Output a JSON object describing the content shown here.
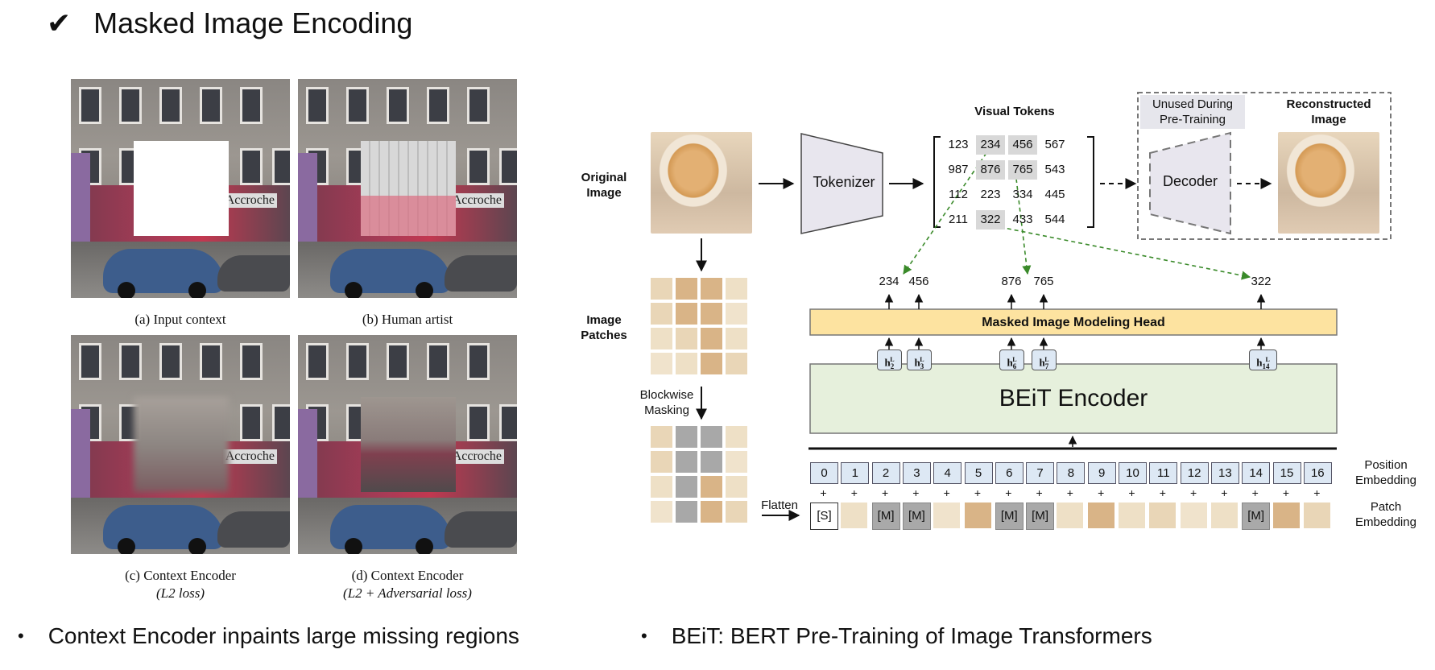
{
  "title": {
    "check": "✔",
    "text": "Masked Image Encoding"
  },
  "left": {
    "captions": {
      "a": "(a) Input context",
      "b": "(b) Human artist",
      "c1": "(c) Context Encoder",
      "c2": "(L2 loss)",
      "d1": "(d) Context Encoder",
      "d2": "(L2 + Adversarial loss)"
    },
    "sign": "Accroche",
    "bullet": "Context Encoder inpaints large missing regions"
  },
  "right": {
    "original_image": "Original\nImage",
    "tokenizer": "Tokenizer",
    "visual_tokens": "Visual Tokens",
    "tokens": [
      [
        "123",
        "234",
        "456",
        "567"
      ],
      [
        "987",
        "876",
        "765",
        "543"
      ],
      [
        "112",
        "223",
        "334",
        "445"
      ],
      [
        "211",
        "322",
        "433",
        "544"
      ]
    ],
    "unused": "Unused During\nPre-Training",
    "decoder": "Decoder",
    "reconstructed": "Reconstructed\nImage",
    "image_patches": "Image\nPatches",
    "blockwise": "Blockwise\nMasking",
    "flatten": "Flatten",
    "predicted": [
      "234",
      "456",
      "876",
      "765",
      "322"
    ],
    "head": "Masked Image Modeling Head",
    "h_labels": [
      "h2L",
      "h3L",
      "h6L",
      "h7L",
      "h14L"
    ],
    "encoder": "BEiT Encoder",
    "positions": [
      "0",
      "1",
      "2",
      "3",
      "4",
      "5",
      "6",
      "7",
      "8",
      "9",
      "10",
      "11",
      "12",
      "13",
      "14",
      "15",
      "16"
    ],
    "patch_tokens": [
      "[S]",
      "",
      "[M]",
      "[M]",
      "",
      "",
      "[M]",
      "[M]",
      "",
      "",
      "",
      "",
      "",
      "",
      "[M]",
      "",
      ""
    ],
    "position_embedding": "Position\nEmbedding",
    "patch_embedding": "Patch\nEmbedding",
    "bullet": "BEiT: BERT Pre-Training of Image Transformers"
  },
  "colors": {
    "head": "#fde3a0",
    "encoder": "#e6f0dc",
    "position": "#dde8f4",
    "mask": "#a8a8a8",
    "arrow_dashed": "#3a8a2a"
  }
}
